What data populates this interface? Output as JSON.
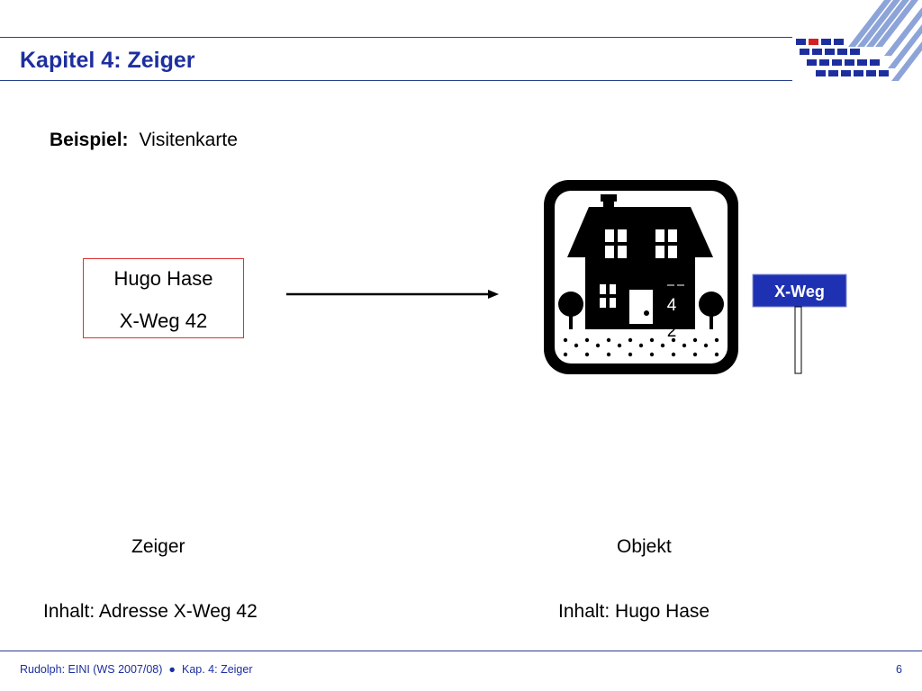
{
  "header": {
    "title": "Kapitel 4: Zeiger"
  },
  "example": {
    "label": "Beispiel:",
    "value": "Visitenkarte"
  },
  "card": {
    "name": "Hugo Hase",
    "address": "X-Weg 42"
  },
  "house": {
    "number_top": "4",
    "number_bottom": "2"
  },
  "sign": {
    "label": "X-Weg"
  },
  "captions": {
    "pointer": "Zeiger",
    "object": "Objekt",
    "pointer_content": "Inhalt: Adresse X-Weg 42",
    "object_content": "Inhalt: Hugo Hase"
  },
  "footer": {
    "author_course": "Rudolph: EINI (WS 2007/08)",
    "separator": "●",
    "chapter": "Kap. 4: Zeiger",
    "page": "6"
  },
  "colors": {
    "accent": "#1d2f9e",
    "card_border": "#e03030",
    "sign_blue": "#1f31b3"
  }
}
